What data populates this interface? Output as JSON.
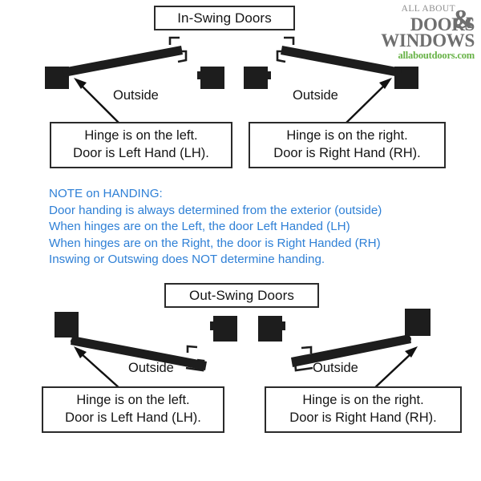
{
  "logo": {
    "line1": "ALL ABOUT",
    "line2": "DOORS",
    "ampersand": "&",
    "line3": "WINDOWS",
    "website": "allaboutdoors.com",
    "gray": "#6f6f6f",
    "green": "#67b246"
  },
  "sections": [
    {
      "id": "in-swing",
      "title": "In-Swing Doors",
      "panels": [
        {
          "id": "in-swing-left",
          "outside_label": "Outside",
          "caption_line1": "Hinge is on the left.",
          "caption_line2": "Door is Left Hand (LH)."
        },
        {
          "id": "in-swing-right",
          "outside_label": "Outside",
          "caption_line1": "Hinge is on the right.",
          "caption_line2": "Door is Right Hand (RH)."
        }
      ]
    },
    {
      "id": "out-swing",
      "title": "Out-Swing Doors",
      "panels": [
        {
          "id": "out-swing-left",
          "outside_label": "Outside",
          "caption_line1": "Hinge is on the left.",
          "caption_line2": "Door is Left Hand (LH)."
        },
        {
          "id": "out-swing-right",
          "outside_label": "Outside",
          "caption_line1": "Hinge is on the right.",
          "caption_line2": "Door is Right Hand (RH)."
        }
      ]
    }
  ],
  "note": {
    "heading": "NOTE on HANDING:",
    "lines": [
      "Door handing is always determined from the exterior (outside)",
      "When hinges are on the Left, the door Left Handed (LH)",
      "When hinges are on the Right, the door is Right Handed (RH)",
      "Inswing or Outswing does NOT determine handing."
    ],
    "color": "#2f80d6"
  },
  "colors": {
    "ink": "#1a1a1a",
    "door_fill": "#1d1d1d",
    "box_border": "#2b2b2b",
    "background": "#ffffff"
  }
}
